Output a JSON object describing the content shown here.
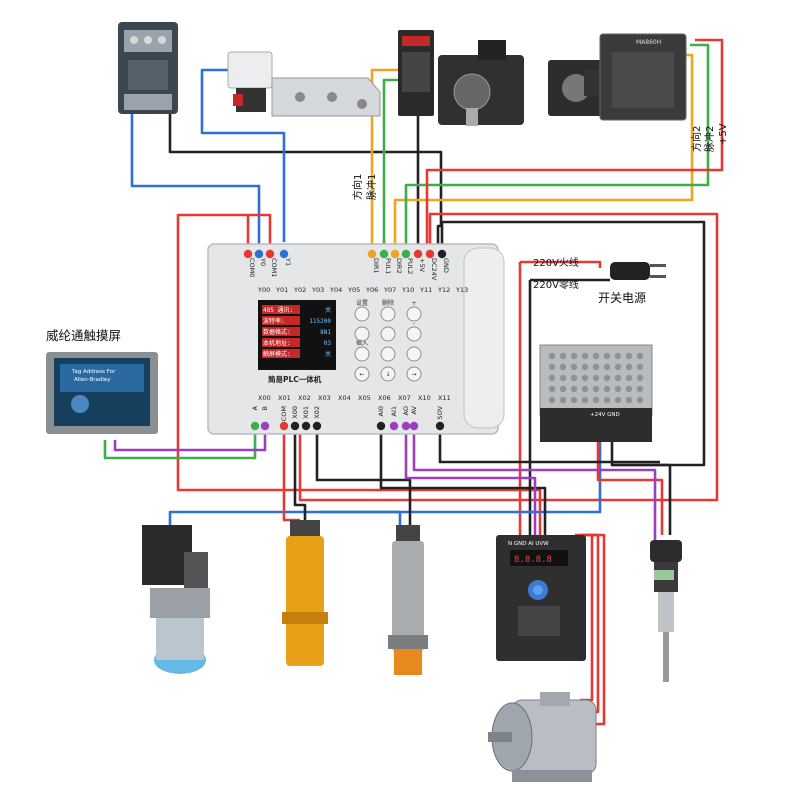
{
  "colors": {
    "red": "#e53935",
    "blue": "#2f6fd6",
    "green": "#3cae4a",
    "orange": "#f0a420",
    "purple": "#9c3fbf",
    "black": "#222222"
  },
  "labels": {
    "hmi": "威纶通触摸屏",
    "power_switch": "开关电源",
    "live_wire": "220V火线",
    "neutral_wire": "220V零线",
    "dir1": "方向1",
    "pulse1": "脉冲1",
    "dir2": "方向2",
    "pulse2": "脉冲2",
    "plus5v": "+5V",
    "plc_title": "简易PLC一体机",
    "hmi_tag_line1": "Tag Address For",
    "hmi_tag_line2": "Allen-Bradley",
    "stepper_driver_brand": "MA860H",
    "psu_terminals": "+24V GND",
    "vfd_terminals": "N GND AI UVW",
    "ab_a": "A",
    "ab_b": "B"
  },
  "plc": {
    "top_terminals": [
      "COM0",
      "Y0",
      "COM1",
      "Y1",
      "DIR1",
      "PUL1",
      "DIR2",
      "PUL2",
      "+5V",
      "DC24V",
      "GND"
    ],
    "y_row": [
      "Y00",
      "Y01",
      "Y02",
      "Y03",
      "Y04",
      "Y05",
      "Y06",
      "Y07",
      "Y10",
      "Y11",
      "Y12",
      "Y13"
    ],
    "x_row": [
      "X00",
      "X01",
      "X02",
      "X03",
      "X04",
      "X05",
      "X06",
      "X07",
      "X10",
      "X11"
    ],
    "bottom_terminals": [
      "A",
      "B",
      "COM",
      "X00",
      "X01",
      "X02",
      "AI0",
      "AI1",
      "AO",
      "AV",
      "SOV"
    ],
    "screen_lines": [
      {
        "l": "485 通讯:",
        "r": "关"
      },
      {
        "l": "波特率:",
        "r": "115200"
      },
      {
        "l": "数据格式:",
        "r": "8N1"
      },
      {
        "l": "本机地址:",
        "r": "03"
      },
      {
        "l": "触屏模式:",
        "r": "关"
      }
    ],
    "keys": [
      "设置",
      "删除",
      "+",
      "",
      "",
      "-",
      "插入",
      "",
      "",
      "←",
      "↓",
      "→"
    ]
  }
}
